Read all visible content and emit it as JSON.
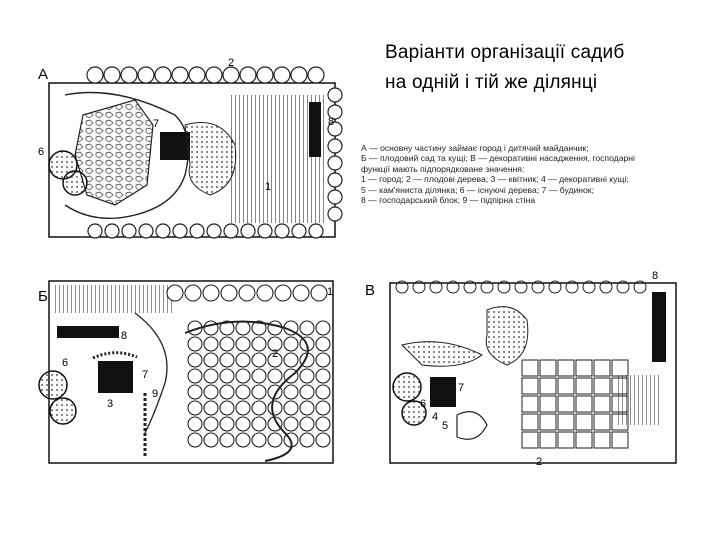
{
  "title": {
    "line1": "Варіанти організації садиб",
    "line2": "на одній і тій же ділянці"
  },
  "legend": {
    "lines": [
      "А — основну частину займає город і дитячий майданчик;",
      "Б — плодовий сад та кущі; В — декоративні насадження, господарні",
      "функції мають підпорядковане значення:",
      "1 — город; 2 — плодові дерева; 3 — квітник; 4 — декоративні кущі;",
      "5 — кам'яниста ділянка; 6 — існуючі дерева; 7 — будинок;",
      "8 — господарський блок; 9 — підпірна стіна"
    ]
  },
  "plans": {
    "a": {
      "letter": "А",
      "labels": {
        "n2": "2",
        "n7": "7",
        "n6": "6",
        "n8": "8",
        "n1": "1"
      }
    },
    "b": {
      "letter": "Б",
      "labels": {
        "n1": "1",
        "n8": "8",
        "n6": "6",
        "n7": "7",
        "n3": "3",
        "n9": "9",
        "n2": "2"
      }
    },
    "v": {
      "letter": "В",
      "labels": {
        "n8": "8",
        "n7": "7",
        "n6": "6",
        "n4": "4",
        "n5": "5",
        "n2": "2"
      }
    }
  }
}
